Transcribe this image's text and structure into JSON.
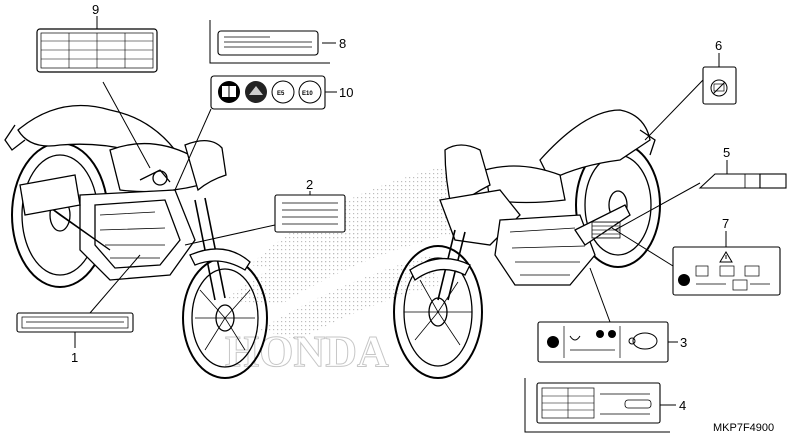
{
  "diagram": {
    "callouts": [
      "1",
      "2",
      "3",
      "4",
      "5",
      "6",
      "7",
      "8",
      "9",
      "10"
    ],
    "catalog_code": "MKP7F4900",
    "watermark": "HONDA",
    "label_10_icons": [
      "book-icon",
      "fuel-gauge-icon",
      "E5",
      "E10"
    ]
  }
}
